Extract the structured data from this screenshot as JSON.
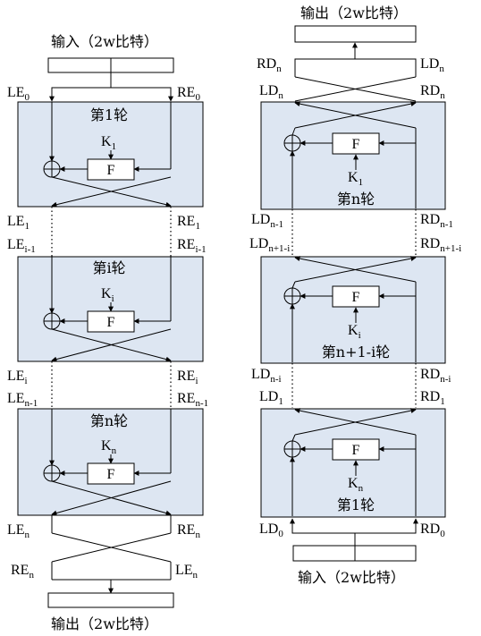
{
  "encrypt": {
    "input_label": "输入（2w比特）",
    "output_label": "输出（2w比特）",
    "rounds": [
      {
        "title": "第1轮",
        "key": "K",
        "key_sub": "1",
        "func": "F",
        "in_left": "LE",
        "in_left_sub": "0",
        "in_right": "RE",
        "in_right_sub": "0",
        "out_left": "LE",
        "out_left_sub": "1",
        "out_right": "RE",
        "out_right_sub": "1"
      },
      {
        "title": "第i轮",
        "key": "K",
        "key_sub": "i",
        "func": "F",
        "in_left": "LE",
        "in_left_sub": "i-1",
        "in_right": "RE",
        "in_right_sub": "i-1",
        "out_left": "LE",
        "out_left_sub": "i",
        "out_right": "RE",
        "out_right_sub": "i"
      },
      {
        "title": "第n轮",
        "key": "K",
        "key_sub": "n",
        "func": "F",
        "in_left": "LE",
        "in_left_sub": "n-1",
        "in_right": "RE",
        "in_right_sub": "n-1",
        "out_left": "LE",
        "out_left_sub": "n",
        "out_right": "RE",
        "out_right_sub": "n"
      }
    ],
    "final_left": "RE",
    "final_left_sub": "n",
    "final_right": "LE",
    "final_right_sub": "n"
  },
  "decrypt": {
    "output_label": "输出（2w比特）",
    "input_label": "输入（2w比特）",
    "top_left": "RD",
    "top_left_sub": "n",
    "top_right": "LD",
    "top_right_sub": "n",
    "rounds": [
      {
        "title": "第n轮",
        "key": "K",
        "key_sub": "1",
        "func": "F",
        "top_left": "LD",
        "top_left_sub": "n",
        "top_right": "RD",
        "top_right_sub": "n",
        "bottom_left": "LD",
        "bottom_left_sub": "n-1",
        "bottom_right": "RD",
        "bottom_right_sub": "n-1"
      },
      {
        "title": "第n+1-i轮",
        "key": "K",
        "key_sub": "i",
        "func": "F",
        "top_left": "LD",
        "top_left_sub": "n+1-i",
        "top_right": "RD",
        "top_right_sub": "n+1-i",
        "bottom_left": "LD",
        "bottom_left_sub": "n-i",
        "bottom_right": "RD",
        "bottom_right_sub": "n-i"
      },
      {
        "title": "第1轮",
        "key": "K",
        "key_sub": "n",
        "func": "F",
        "top_left": "LD",
        "top_left_sub": "1",
        "top_right": "RD",
        "top_right_sub": "1",
        "bottom_left": "LD",
        "bottom_left_sub": "0",
        "bottom_right": "RD",
        "bottom_right_sub": "0"
      }
    ]
  }
}
